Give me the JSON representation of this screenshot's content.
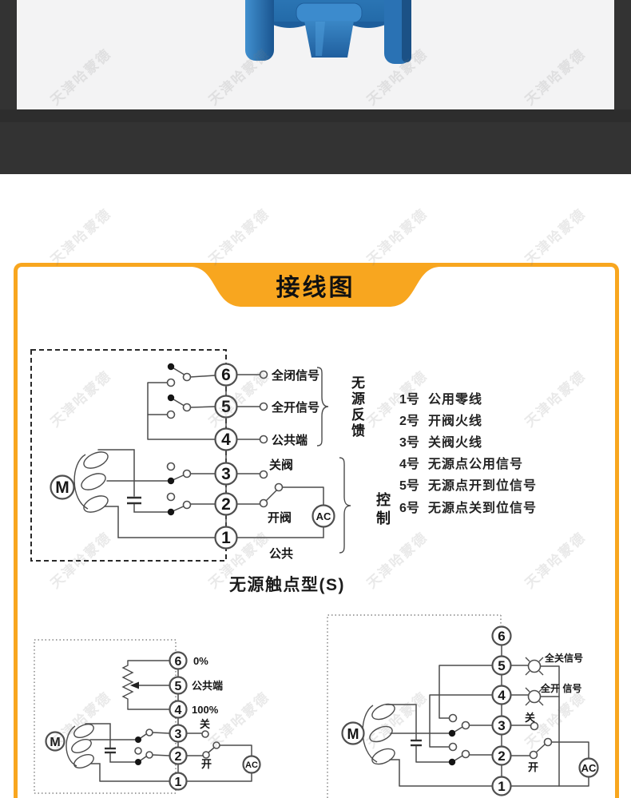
{
  "watermark": {
    "text": "天津哈蒙德"
  },
  "banner": {
    "title": "接线图"
  },
  "diagram1": {
    "terminals": [
      "6",
      "5",
      "4",
      "3",
      "2",
      "1"
    ],
    "labels": {
      "t6": "全闭信号",
      "t5": "全开信号",
      "t4": "公共端",
      "t3": "关阀",
      "t2": "开阀",
      "t1": "公共"
    },
    "groups": {
      "feedback": "无源反馈",
      "control": "控制"
    },
    "motor": "M",
    "power": "AC"
  },
  "caption": "无源触点型(S)",
  "notes": {
    "items": [
      {
        "num": "1号",
        "text": "公用零线"
      },
      {
        "num": "2号",
        "text": "开阀火线"
      },
      {
        "num": "3号",
        "text": "关阀火线"
      },
      {
        "num": "4号",
        "text": "无源点公用信号"
      },
      {
        "num": "5号",
        "text": "无源点开到位信号"
      },
      {
        "num": "6号",
        "text": "无源点关到位信号"
      }
    ]
  },
  "diagram2": {
    "terminals": [
      "6",
      "5",
      "4",
      "3",
      "2",
      "1"
    ],
    "labels": {
      "t6": "0%",
      "t5": "公共端",
      "t4": "100%",
      "t3": "关",
      "t2": "开"
    },
    "motor": "M",
    "power": "AC"
  },
  "diagram3": {
    "terminals": [
      "6",
      "5",
      "4",
      "3",
      "2",
      "1"
    ],
    "labels": {
      "lamp5": "全关信号",
      "lamp4": "全开 信号",
      "t3": "关",
      "t2": "开"
    },
    "motor": "M",
    "power": "AC"
  },
  "colors": {
    "accent_orange": "#F8A61F",
    "band_dark": "#333333",
    "photo_bg": "#f3f3f4",
    "valve_blue": "#2b76b8"
  }
}
